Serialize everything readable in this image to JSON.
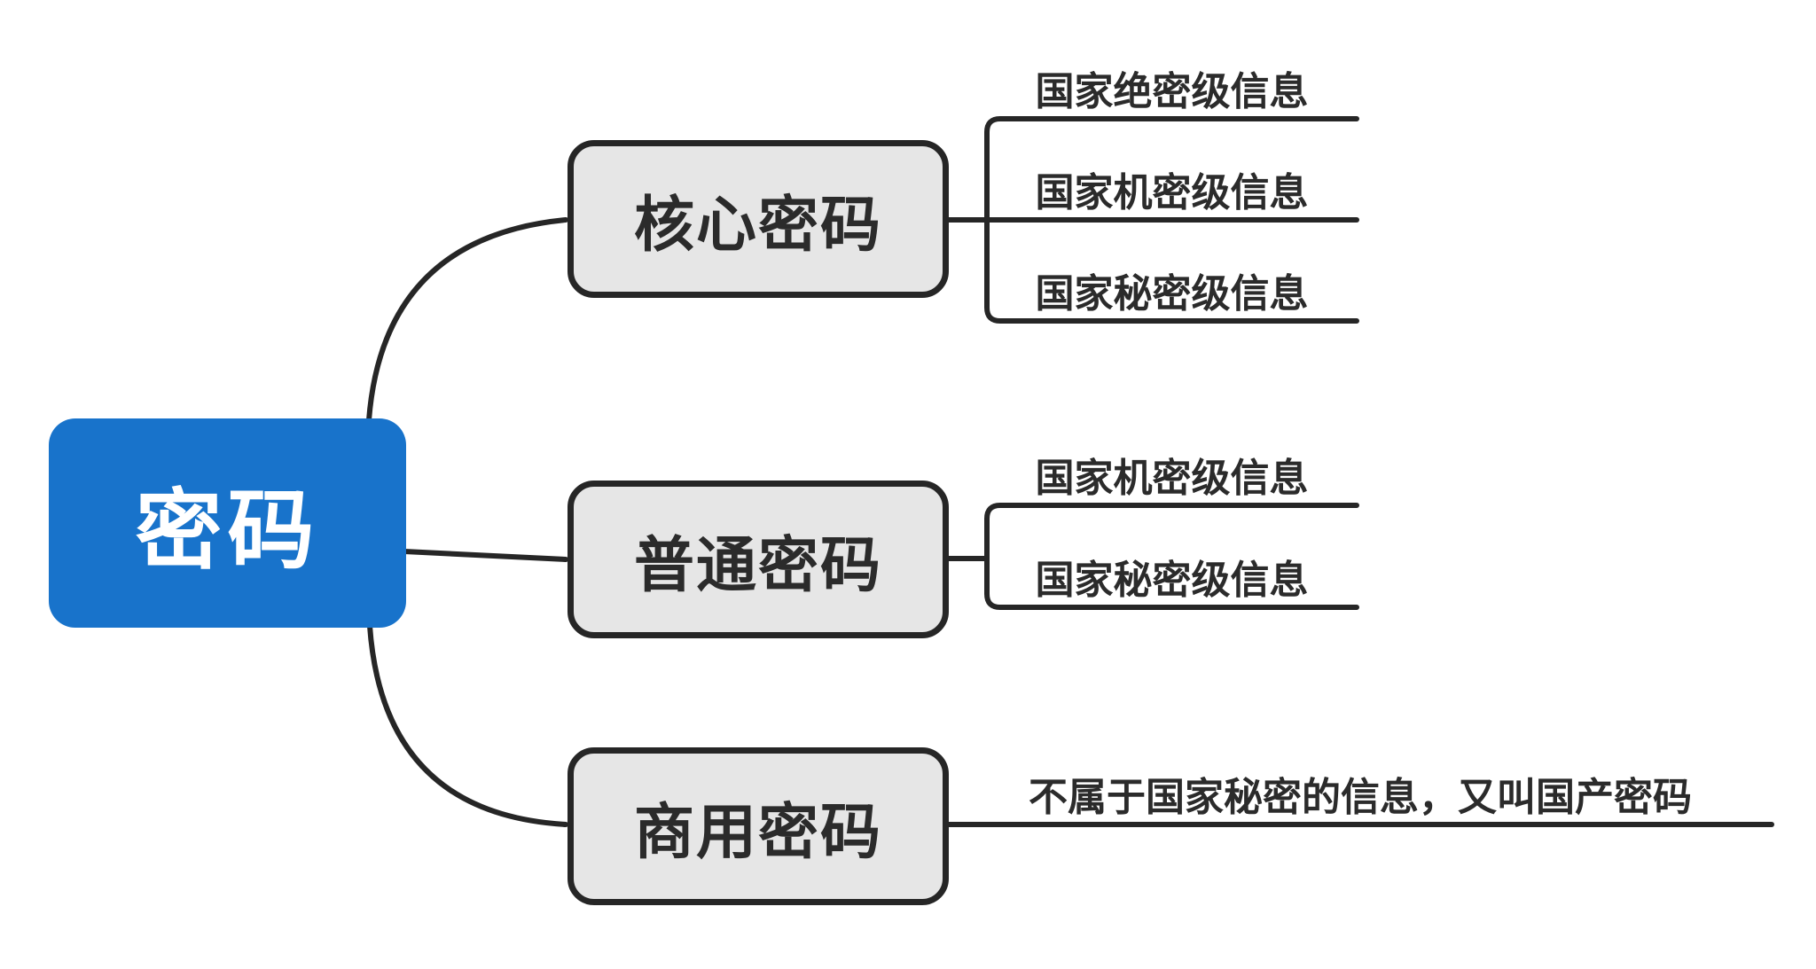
{
  "diagram": {
    "type": "mindmap",
    "root": {
      "label": "密码"
    },
    "branches": [
      {
        "label": "核心密码",
        "children": [
          "国家绝密级信息",
          "国家机密级信息",
          "国家秘密级信息"
        ]
      },
      {
        "label": "普通密码",
        "children": [
          "国家机密级信息",
          "国家秘密级信息"
        ]
      },
      {
        "label": "商用密码",
        "children": [
          "不属于国家秘密的信息，又叫国产密码"
        ]
      }
    ],
    "colors": {
      "root_fill": "#1873cb",
      "root_text": "#ffffff",
      "branch_fill": "#e6e6e6",
      "branch_border": "#262626",
      "connector_line": "#262626",
      "text": "#2b2b2b",
      "background": "#ffffff"
    }
  }
}
